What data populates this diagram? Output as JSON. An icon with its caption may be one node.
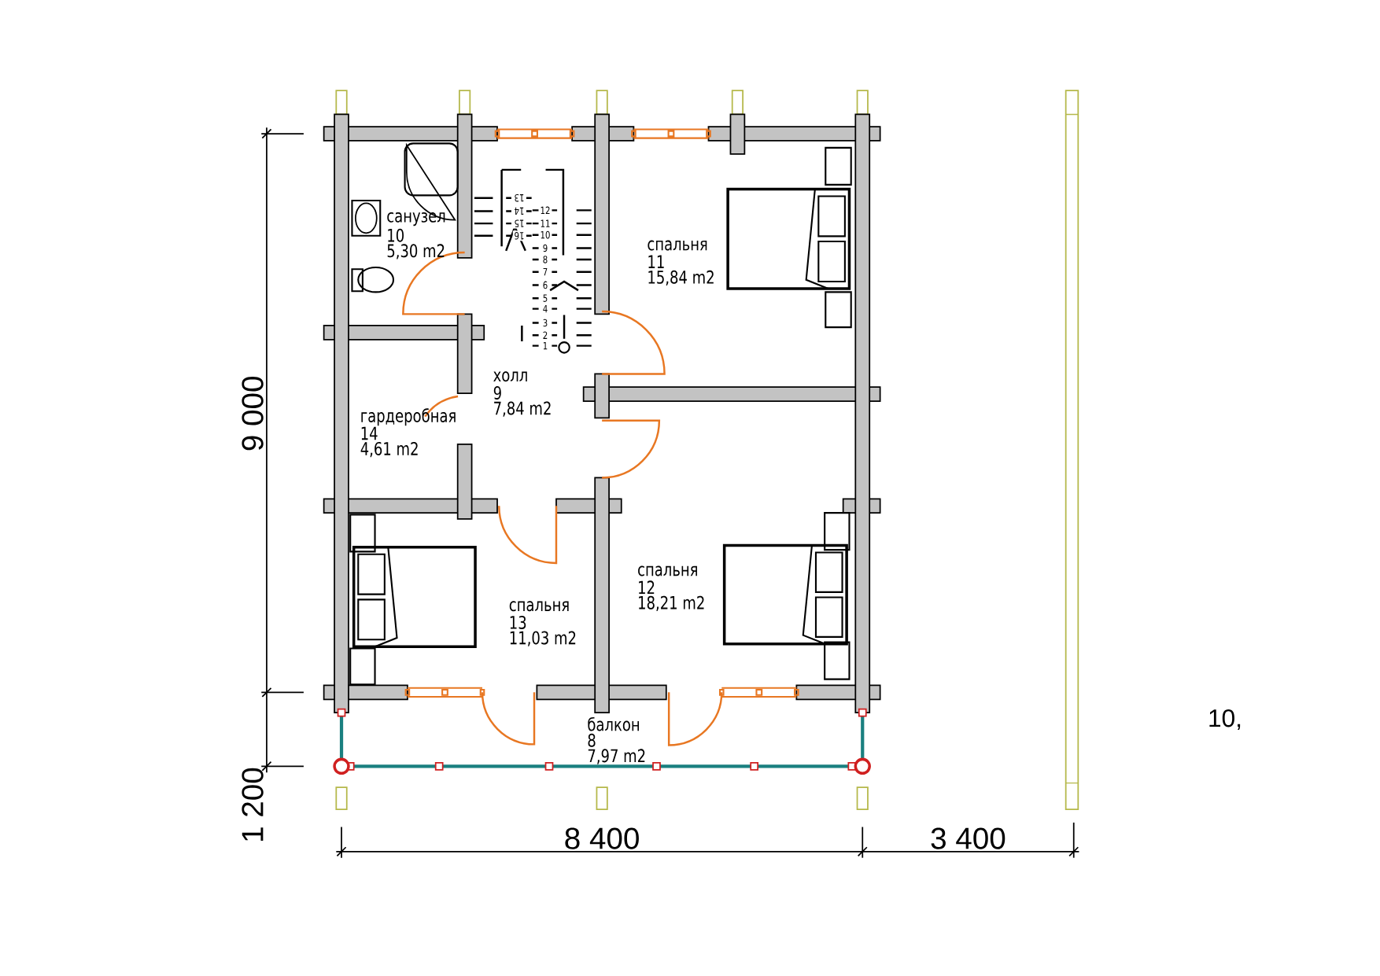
{
  "diagram": {
    "labels": [
      "санузел",
      "10",
      "5,30 m2",
      "спальня",
      "11",
      "15,84 m2",
      "холл",
      "9",
      "7,84 m2",
      "гардеробная",
      "14",
      "4,61 m2",
      "спальня",
      "12",
      "18,21 m2",
      "спальня",
      "13",
      "11,03 m2",
      "балкон",
      "8",
      "7,97 m2",
      "1",
      "2",
      "3",
      "4",
      "5",
      "6",
      "7",
      "8",
      "9",
      "10",
      "11",
      "12",
      "13",
      "14",
      "15",
      "16",
      "10,",
      "9 000",
      "1 200",
      "8 400",
      "3 400"
    ]
  }
}
